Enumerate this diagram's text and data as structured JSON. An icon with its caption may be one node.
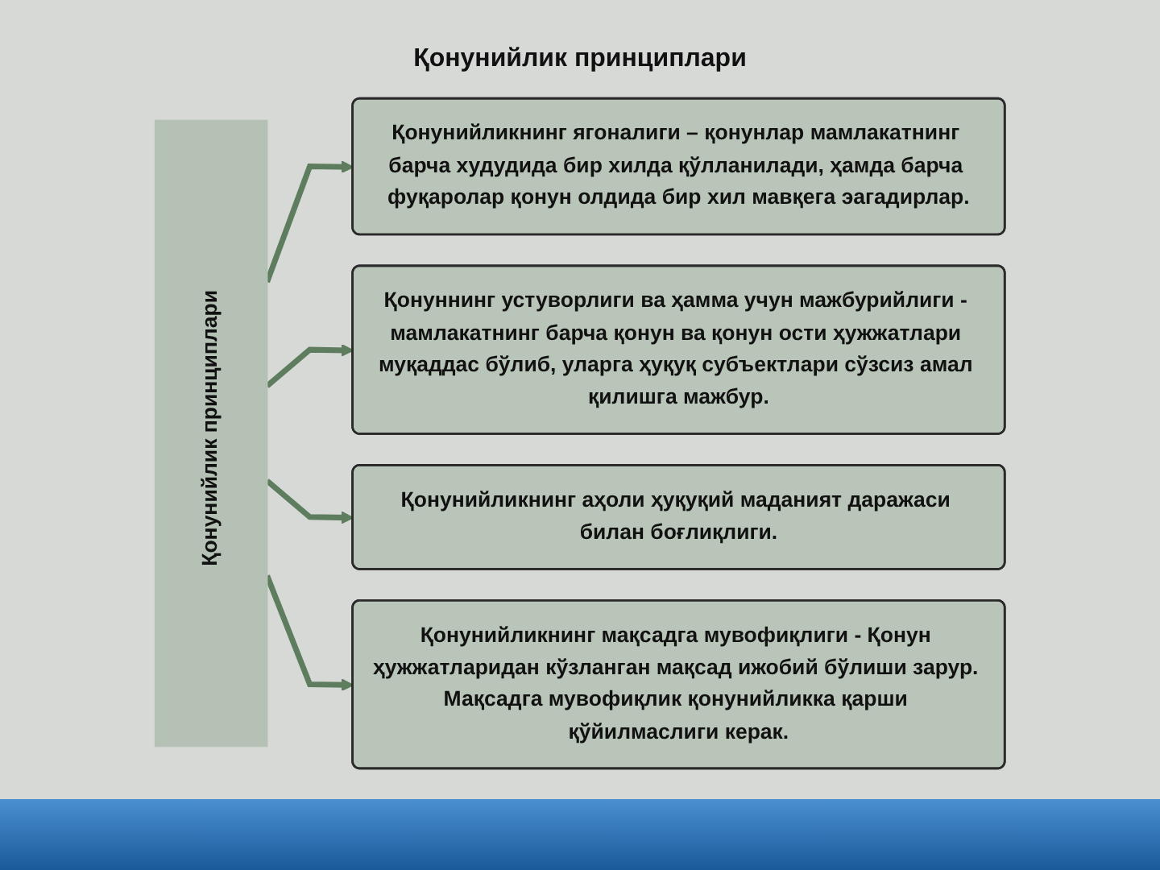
{
  "diagram": {
    "title": "Қонунийлик принциплари",
    "nodes": [
      {
        "text": [
          "Қонунийлик принциплари"
        ]
      },
      {
        "text": [
          "Қонунийликнинг ягоналиги – қонунлар мамлакатнинг барча худудида бир хилда қўлланилади, ҳамда барча фуқаролар қонун олдида бир хил мавқега эагадирлар."
        ]
      },
      {
        "text": [
          "Қонуннинг устуворлиги ва ҳамма учун мажбурийлиги - мамлакатнинг барча қонун ва қонун ости ҳужжатлари муқаддас бўлиб, уларга ҳуқуқ субъектлари сўзсиз амал қилишга мажбур."
        ]
      },
      {
        "text": [
          "Қонунийликнинг аҳоли ҳуқуқий маданият даражаси билан боғлиқлиги."
        ]
      },
      {
        "text": [
          "Қонунийликнинг мақсадга мувофиқлиги - Қонун ҳужжатларидан кўзланган мақсад ижобий бўлиши зарур. Мақсадга мувофиқлик қонунийликка қарши қўйилмаслиги керак."
        ]
      }
    ],
    "edges": [
      {
        "from": 0,
        "to": 1,
        "arrow": "to"
      },
      {
        "from": 0,
        "to": 2,
        "arrow": "to"
      },
      {
        "from": 0,
        "to": 3,
        "arrow": "to"
      },
      {
        "from": 0,
        "to": 4,
        "arrow": "to"
      }
    ]
  }
}
